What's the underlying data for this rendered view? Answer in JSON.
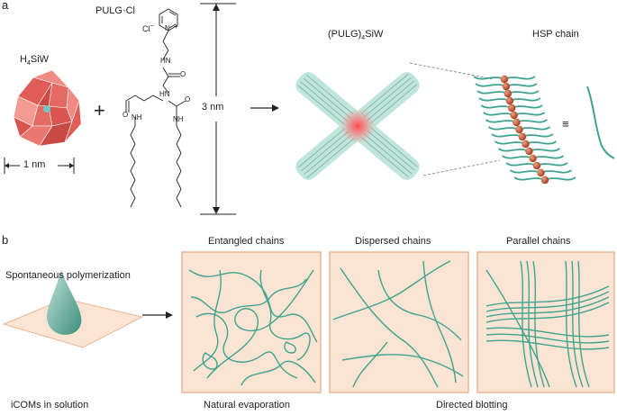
{
  "panel_a": {
    "letter": "a",
    "polyoxometalate_label_main": "H",
    "polyoxometalate_label_sub": "4",
    "polyoxometalate_label_tail": "SiW",
    "scale_polyoxometalate": "1 nm",
    "plus_sign": "+",
    "ligand_label": "PULG·Cl",
    "counter_ion": "Cl",
    "counter_ion_charge": "−",
    "pyridinium_charge": "+",
    "atom_N": "N",
    "atom_NH": "NH",
    "atom_HN": "HN",
    "atom_O": "O",
    "scale_ligand": "3 nm",
    "complex_label_main": "(PULG)",
    "complex_label_sub": "4",
    "complex_label_tail": "SiW",
    "chain_label": "HSP chain",
    "equivalence_sign": "≡"
  },
  "panel_b": {
    "letter": "b",
    "step_label": "Spontaneous polymerization",
    "start_caption": "iCOMs in solution",
    "box_titles": [
      "Entangled chains",
      "Dispersed chains",
      "Parallel chains"
    ],
    "caption_evaporation": "Natural evaporation",
    "caption_blotting": "Directed blotting"
  },
  "colors": {
    "poly": "#e46a62",
    "teal": "#3fa38e",
    "glow": "#bfe6dc",
    "bead": "#b2462a",
    "panel_fill": "#fbe4d3",
    "panel_border": "#e9b896"
  }
}
